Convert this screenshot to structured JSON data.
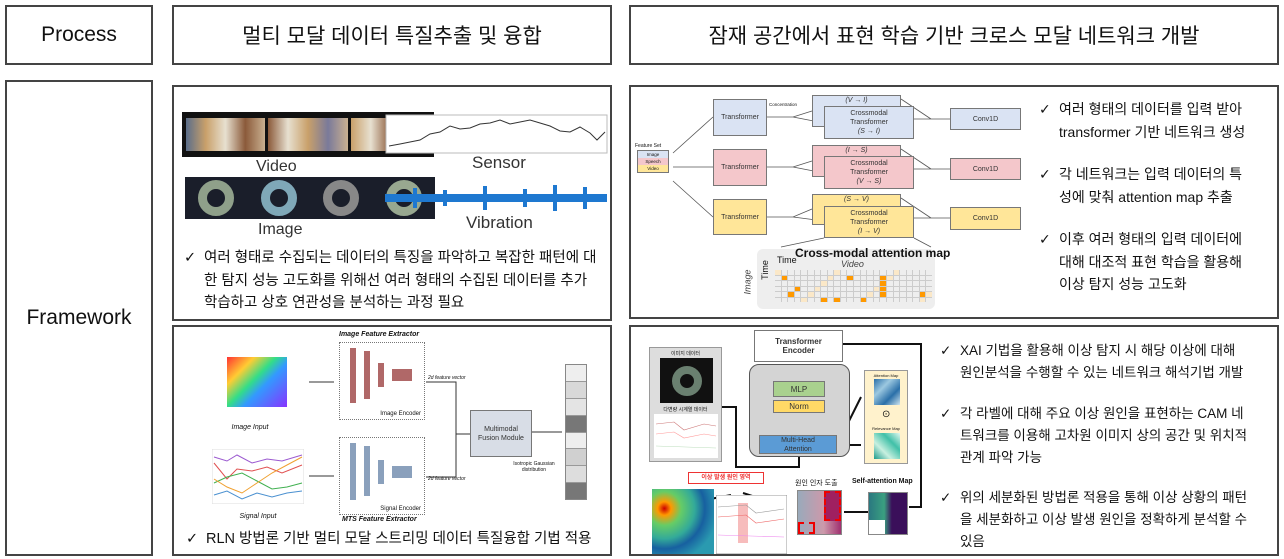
{
  "headers": {
    "process": "Process",
    "col1": "멀티 모달 데이터 특질추출 및 융합",
    "col2": "잠재 공간에서 표현 학습 기반 크로스 모달 네트워크 개발"
  },
  "row_label": "Framework",
  "check": "✓",
  "panel_tl": {
    "video_label": "Video",
    "sensor_label": "Sensor",
    "image_label": "Image",
    "vibration_label": "Vibration",
    "bullet": [
      "여러 형태로 수집되는 데이터의 특징을 파악하고 복잡한 패턴에 대",
      "한 탐지 성능 고도화를 위해선 여러 형태의 수집된 데이터를 추가",
      "학습하고 상호 연관성을 분석하는 과정 필요"
    ]
  },
  "panel_bl": {
    "image_feature_extractor": "Image Feature Extractor",
    "image_encoder": "Image Encoder",
    "image_input": "Image Input",
    "signal_input": "Signal Input",
    "signal_encoder": "Signal Encoder",
    "mts_feature_extractor": "MTS Feature Extractor",
    "feature_vector_1": "2d feature vector",
    "feature_vector_2": "2d feature vector",
    "fusion": "Multimodal Fusion Module",
    "gaussian": "Isotropic Gaussian distribution",
    "bullet": "RLN 방법론 기반 멀티 모달 스트리밍 데이터 특질융합 기법 적용"
  },
  "panel_tr": {
    "feature_set": "Feature Set",
    "fs_items": [
      "Image",
      "Speech",
      "Video"
    ],
    "concentration": "Concentration",
    "transformer": "Transformer",
    "conv1d": "Conv1D",
    "crossmodal": "Crossmodal Transformer",
    "rows": [
      {
        "back": "(V → I)",
        "front": "(S → I)",
        "color": "#dae3f3"
      },
      {
        "back": "(I → S)",
        "front": "(V → S)",
        "color": "#f4c7cb"
      },
      {
        "back": "(S → V)",
        "front": "(I → V)",
        "color": "#ffe699"
      }
    ],
    "map_title": "Cross-modal attention map",
    "time": "Time",
    "time2": "Time",
    "video": "Video",
    "image": "Image",
    "bullets": [
      [
        "여러 형태의 데이터를 입력 받아",
        "transformer 기반 네트워크 생성"
      ],
      [
        "각 네트워크는 입력 데이터의 특",
        "성에 맞춰 attention map 추출"
      ],
      [
        "이후 여러 형태의 입력 데이터에",
        "대해 대조적 표현 학습을 활용해",
        "이상 탐지 성능 고도화"
      ]
    ]
  },
  "panel_br": {
    "image_data": "이미지 데이터",
    "ts_data": "다변량 시계열 데이터",
    "encoder": "Transformer Encoder",
    "mlp": "MLP",
    "norm": "Norm",
    "mha": "Multi-Head Attention",
    "attention_map": "Attention Map",
    "relevance_map": "Relevance Map",
    "anomaly_region": "이상 발생 원인 영역",
    "cause": "원인 인자 도출",
    "self_attention": "Self-attention Map",
    "bullets": [
      [
        "XAI 기법을 활용해 이상 탐지 시 해당 이상에 대해",
        "원인분석을 수행할 수 있는 네트워크 해석기법 개발"
      ],
      [
        "각 라벨에 대해 주요 이상 원인을 표현하는 CAM 네",
        "트워크를 이용해 고차원 이미지 상의 공간 및 위치적",
        "관계 파악 가능"
      ],
      [
        "위의 세분화된 방법론 적용을 통해 이상 상황의 패턴",
        "을 세분화하고 이상 발생 원인을 정확하게 분석할 수",
        "있음"
      ]
    ]
  }
}
